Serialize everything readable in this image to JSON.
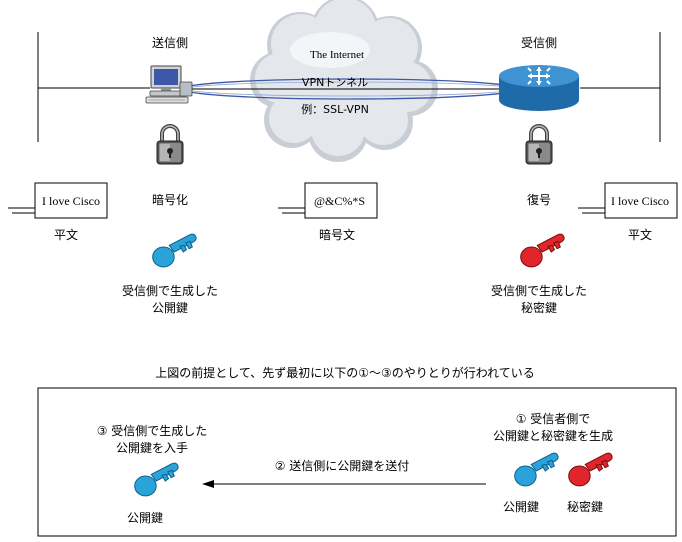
{
  "sender": {
    "title": "送信側",
    "encrypt_label": "暗号化",
    "plaintext_doc": "I love Cisco",
    "plaintext_caption": "平文",
    "key_note": [
      "受信側で生成した",
      "公開鍵"
    ]
  },
  "network": {
    "cloud_label": "The Internet",
    "tunnel_label": "VPNトンネル",
    "example_label": "例：SSL-VPN",
    "ciphertext_doc": "@&C%*S",
    "ciphertext_caption": "暗号文"
  },
  "receiver": {
    "title": "受信側",
    "decrypt_label": "復号",
    "plaintext_doc": "I love Cisco",
    "plaintext_caption": "平文",
    "key_note": [
      "受信側で生成した",
      "秘密鍵"
    ]
  },
  "premise": {
    "heading": "上図の前提として、先ず最初に以下の①～③のやりとりが行われている",
    "step1": [
      "①  受信者側で",
      "公開鍵と秘密鍵を生成"
    ],
    "step2": "②  送信側に公開鍵を送付",
    "step3": [
      "③  受信側で生成した",
      "公開鍵を入手"
    ],
    "public_key_label": "公開鍵",
    "private_key_label": "秘密鍵",
    "received_key_label": "公開鍵"
  },
  "colors": {
    "public_key": "#29a3d9",
    "private_key": "#e0252b",
    "router": "#2a7fc0",
    "cloud": "#dde1e7"
  }
}
